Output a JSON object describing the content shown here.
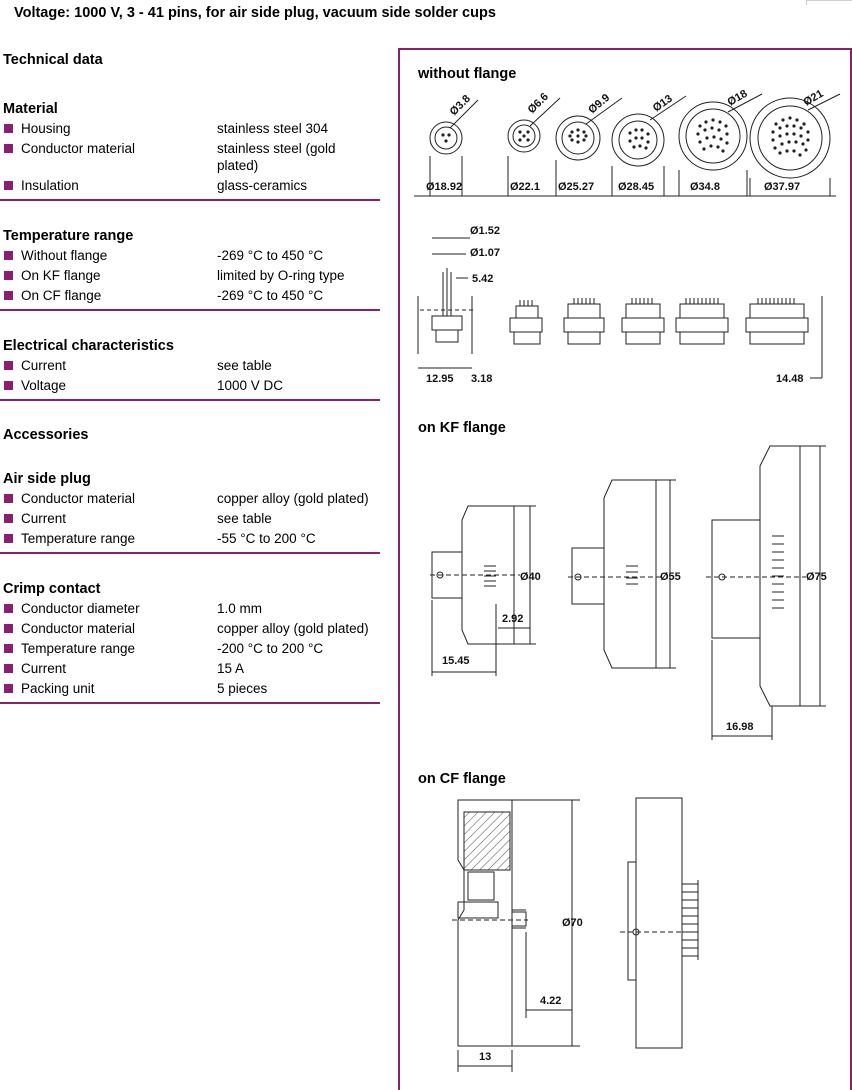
{
  "header": {
    "title": "Voltage: 1000 V, 3 - 41 pins, for air side plug, vacuum side solder cups"
  },
  "technical_data": {
    "heading": "Technical data",
    "material": {
      "heading": "Material",
      "rows": [
        {
          "label": "Housing",
          "value": "stainless steel 304"
        },
        {
          "label": "Conductor material",
          "value": "stainless steel (gold plated)"
        },
        {
          "label": "Insulation",
          "value": "glass-ceramics"
        }
      ]
    },
    "temperature": {
      "heading": "Temperature range",
      "rows": [
        {
          "label": "Without flange",
          "value": "-269 °C to 450 °C"
        },
        {
          "label": "On KF flange",
          "value": "limited by O-ring type"
        },
        {
          "label": "On CF flange",
          "value": "-269 °C to 450 °C"
        }
      ]
    },
    "electrical": {
      "heading": "Electrical characteristics",
      "rows": [
        {
          "label": "Current",
          "value": "see table"
        },
        {
          "label": "Voltage",
          "value": "1000 V DC"
        }
      ]
    }
  },
  "accessories": {
    "heading": "Accessories",
    "air_side_plug": {
      "heading": "Air side plug",
      "rows": [
        {
          "label": "Conductor material",
          "value": "copper alloy (gold plated)"
        },
        {
          "label": "Current",
          "value": "see table"
        },
        {
          "label": "Temperature range",
          "value": "-55 °C to 200 °C"
        }
      ]
    },
    "crimp_contact": {
      "heading": "Crimp contact",
      "rows": [
        {
          "label": "Conductor diameter",
          "value": "1.0 mm"
        },
        {
          "label": "Conductor material",
          "value": "copper alloy (gold plated)"
        },
        {
          "label": "Temperature range",
          "value": "-200 °C to 200 °C"
        },
        {
          "label": "Current",
          "value": "15 A"
        },
        {
          "label": "Packing unit",
          "value": "5 pieces"
        }
      ]
    }
  },
  "drawings": {
    "without_flange": {
      "title": "without flange",
      "top_dims": [
        "Ø3.8",
        "Ø6.6",
        "Ø9.9",
        "Ø13",
        "Ø18",
        "Ø21"
      ],
      "outer_dims": [
        "Ø18.92",
        "Ø22.1",
        "Ø25.27",
        "Ø28.45",
        "Ø34.8",
        "Ø37.97"
      ],
      "pin_dims": [
        "Ø1.52",
        "Ø1.07",
        "5.42"
      ],
      "bottom_dims": [
        "12.95",
        "3.18",
        "14.48"
      ]
    },
    "kf_flange": {
      "title": "on KF flange",
      "dims": [
        "Ø40",
        "2.92",
        "15.45",
        "Ø55",
        "Ø75",
        "16.98"
      ]
    },
    "cf_flange": {
      "title": "on CF flange",
      "dims": [
        "Ø70",
        "4.22",
        "13"
      ]
    }
  },
  "colors": {
    "accent": "#8a1f6f"
  }
}
